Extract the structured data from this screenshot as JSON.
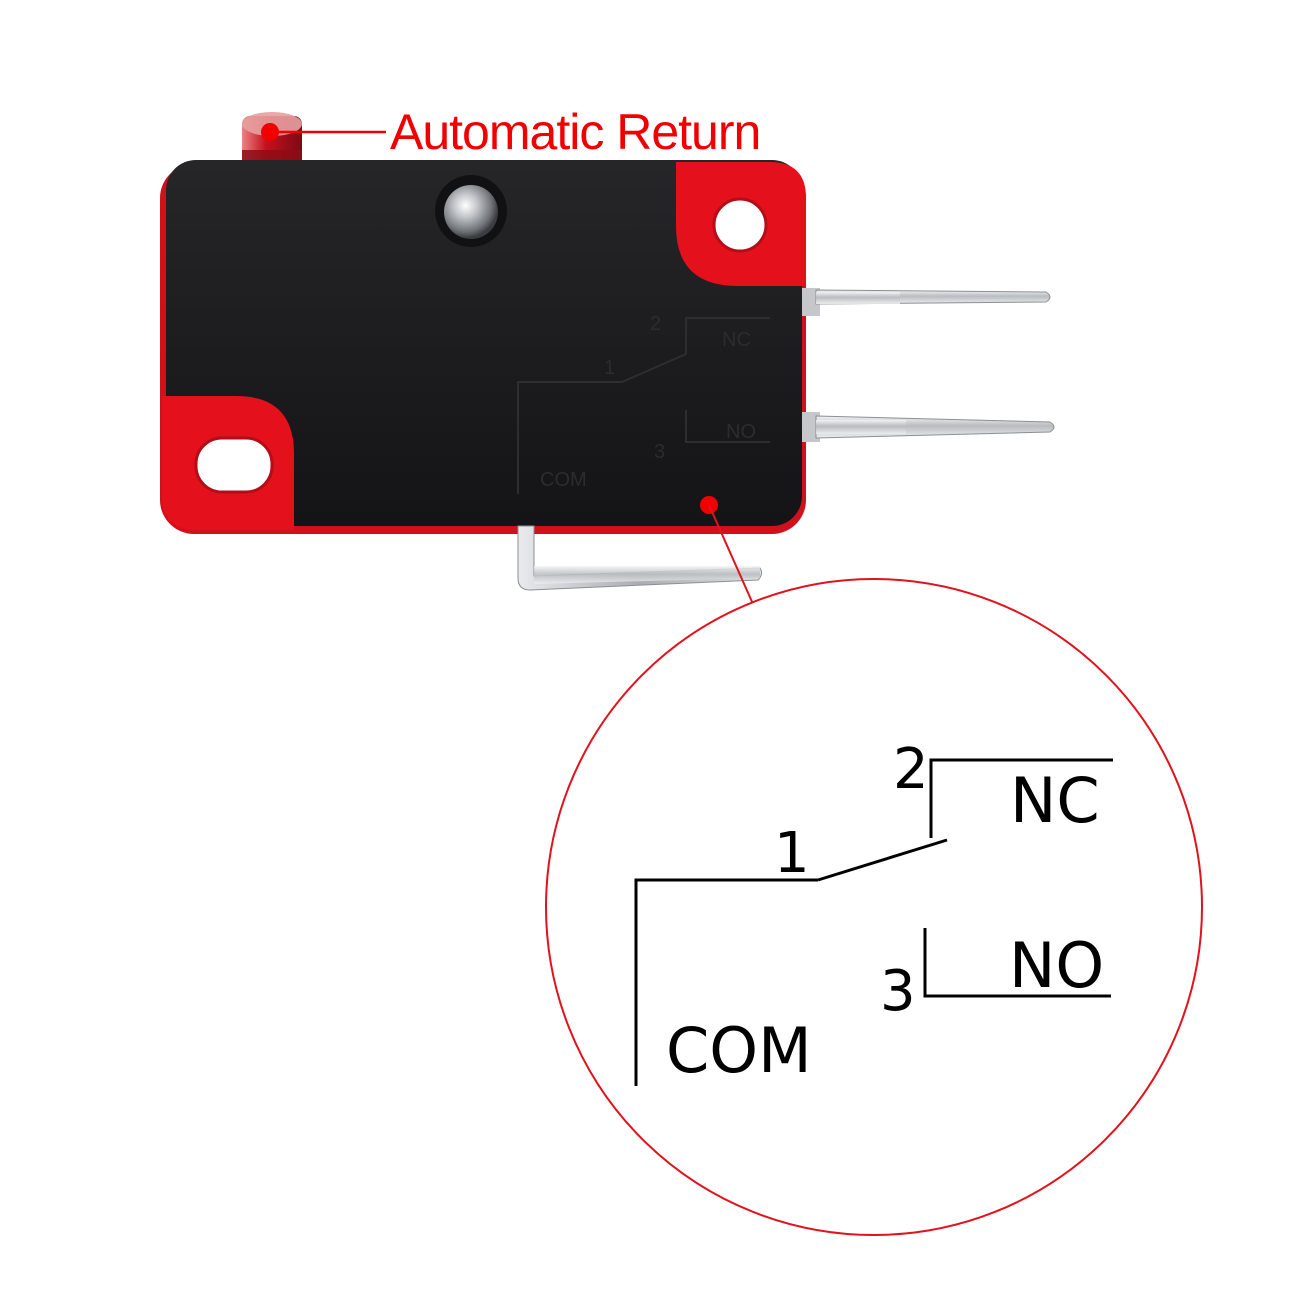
{
  "callout": {
    "label": "Automatic Return",
    "color": "#f00000"
  },
  "body_marking": {
    "pin_com": "1",
    "pin_nc": "2",
    "pin_no": "3",
    "label_nc": "NC",
    "label_no": "NO",
    "label_com": "COM"
  },
  "zoom_diagram": {
    "pin_com": "1",
    "pin_nc": "2",
    "pin_no": "3",
    "label_nc": "NC",
    "label_no": "NO",
    "label_com": "COM",
    "ring_color": "#e2121c"
  },
  "colors": {
    "housing": "#1c1c1e",
    "corner_tabs": "#e4101c",
    "actuator": "#c8102e",
    "terminals": "#c9cbce"
  }
}
